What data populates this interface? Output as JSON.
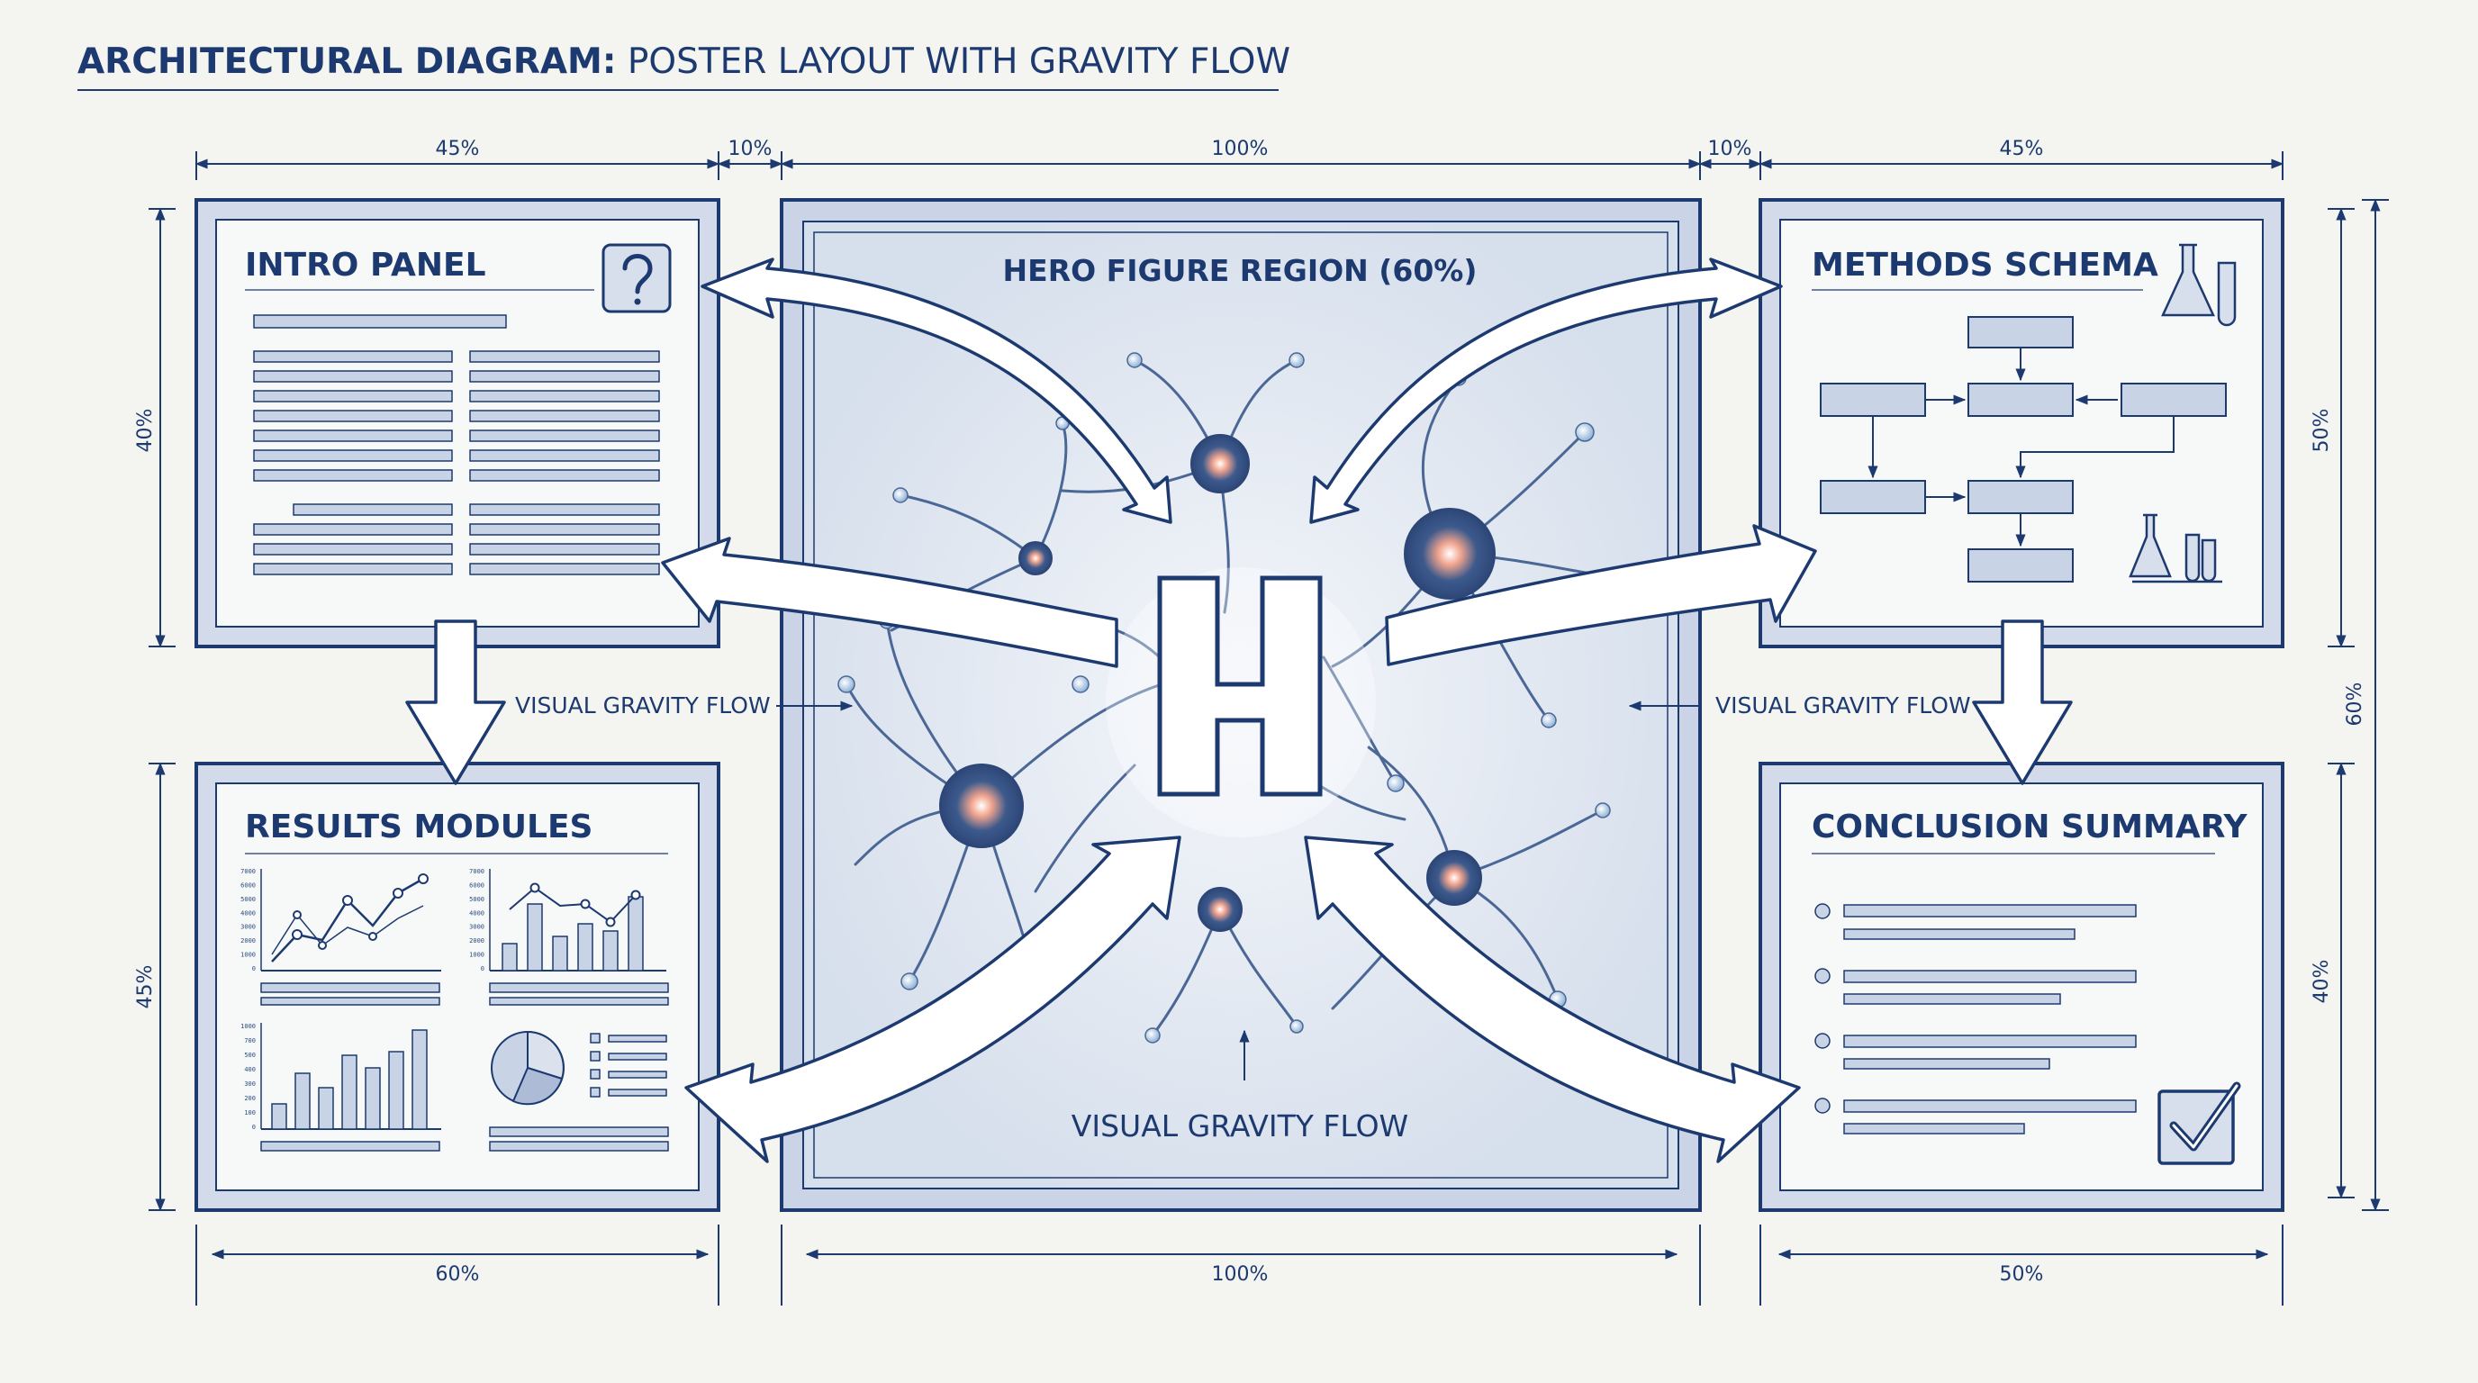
{
  "header": {
    "title_bold": "ARCHITECTURAL DIAGRAM:",
    "title_rest": " POSTER LAYOUT WITH GRAVITY FLOW"
  },
  "dimensions": {
    "top_left": "45%",
    "top_gap_left": "10%",
    "top_center": "100%",
    "top_gap_right": "10%",
    "top_right": "45%",
    "left_upper": "40%",
    "left_lower": "45%",
    "right_upper": "50%",
    "right_full": "60%",
    "right_lower": "40%",
    "bottom_left": "60%",
    "bottom_center": "100%",
    "bottom_right": "50%"
  },
  "panels": {
    "intro": {
      "title": "INTRO PANEL",
      "icon": "question-mark-icon"
    },
    "hero": {
      "title": "HERO FIGURE REGION (60%)",
      "letter": "H"
    },
    "methods": {
      "title": "METHODS SCHEMA",
      "icon": "flask-icon"
    },
    "results": {
      "title": "RESULTS MODULES"
    },
    "conclusion": {
      "title": "CONCLUSION SUMMARY",
      "icon": "checkbox-icon"
    }
  },
  "flow_labels": {
    "left": "VISUAL GRAVITY FLOW",
    "right": "VISUAL GRAVITY FLOW",
    "bottom": "VISUAL GRAVITY FLOW"
  },
  "results_charts": {
    "line_chart_ticks": [
      "7000",
      "6000",
      "5000",
      "4000",
      "3000",
      "2000",
      "1000",
      "0"
    ],
    "bar_chart_ticks": [
      "7000",
      "6000",
      "5000",
      "4000",
      "3000",
      "2000",
      "1000",
      "0"
    ],
    "bar2_ticks": [
      "1000",
      "700",
      "500",
      "400",
      "300",
      "200",
      "100",
      "0"
    ]
  },
  "colors": {
    "ink": "#1d3a70",
    "panel_fill": "#f7f8f8",
    "frame_fill": "#d6dcea",
    "hero_fill": "#dbe3ee",
    "placeholder": "#c9d3e6"
  }
}
